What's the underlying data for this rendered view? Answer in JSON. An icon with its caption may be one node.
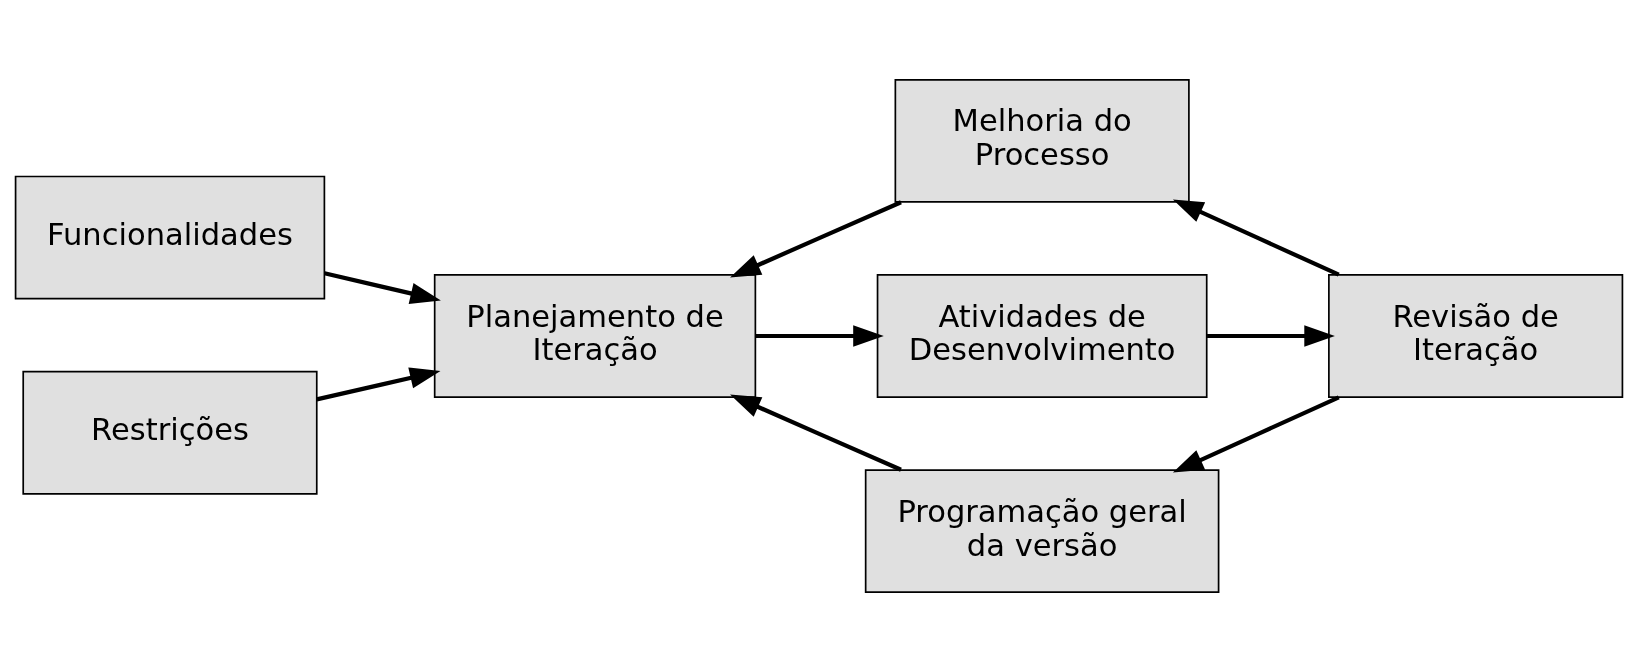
{
  "diagram": {
    "nodes": [
      {
        "text": [
          "Funcionalidades"
        ]
      },
      {
        "text": [
          "Restrições"
        ]
      },
      {
        "text": [
          "Planejamento de Iteração"
        ]
      },
      {
        "text": [
          "Melhoria do Processo"
        ]
      },
      {
        "text": [
          "Atividades de Desenvolvimento"
        ]
      },
      {
        "text": [
          "Revisão de Iteração"
        ]
      },
      {
        "text": [
          "Programação geral da versão"
        ]
      }
    ],
    "edges": [
      {
        "from": 0,
        "to": 2,
        "arrow": "to"
      },
      {
        "from": 1,
        "to": 2,
        "arrow": "to"
      },
      {
        "from": 2,
        "to": 4,
        "arrow": "to"
      },
      {
        "from": 4,
        "to": 5,
        "arrow": "to"
      },
      {
        "from": 5,
        "to": 3,
        "arrow": "to"
      },
      {
        "from": 3,
        "to": 2,
        "arrow": "to"
      },
      {
        "from": 5,
        "to": 6,
        "arrow": "to"
      },
      {
        "from": 6,
        "to": 2,
        "arrow": "to"
      }
    ]
  }
}
